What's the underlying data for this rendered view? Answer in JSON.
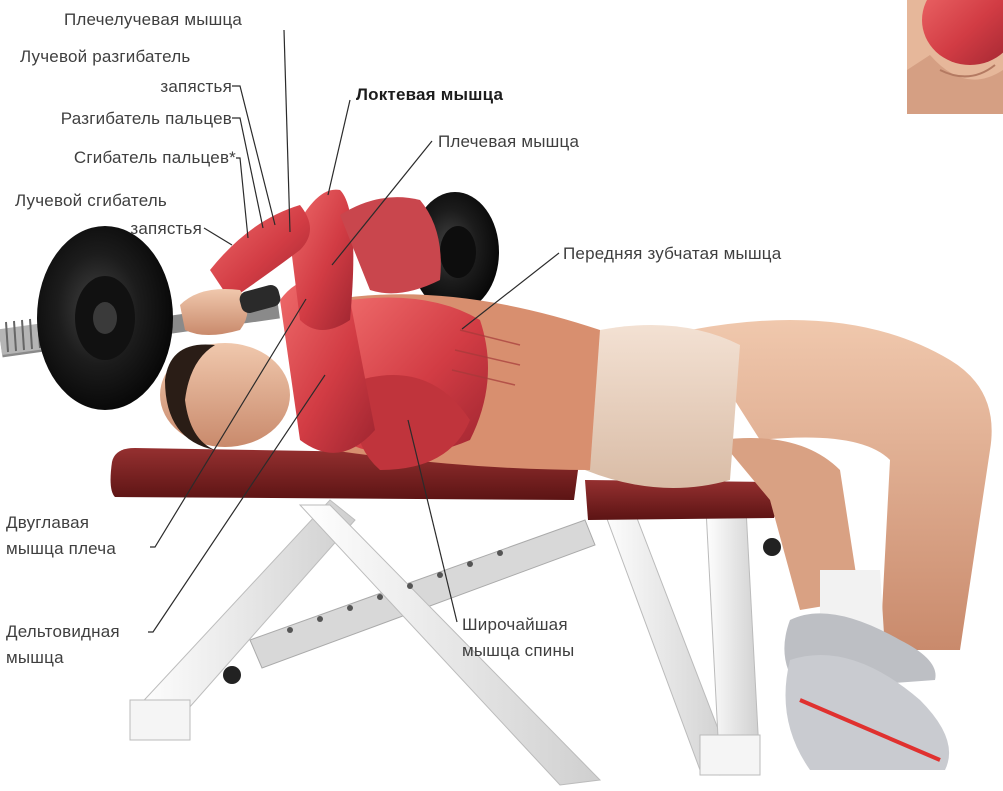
{
  "labels": {
    "brachioradialis": "Плечелучевая мышца",
    "ext_carpi_radialis_1": "Лучевой разгибатель",
    "ext_carpi_radialis_2": "запястья",
    "ext_digitorum": "Разгибатель пальцев",
    "flex_digitorum": "Сгибатель пальцев*",
    "flex_carpi_radialis_1": "Лучевой сгибатель",
    "flex_carpi_radialis_2": "запястья",
    "anconeus": "Локтевая мышца",
    "brachialis": "Плечевая мышца",
    "serratus": "Передняя зубчатая мышца",
    "biceps_1": "Двуглавая",
    "biceps_2": "мышца плеча",
    "deltoid_1": "Дельтовидная",
    "deltoid_2": "мышца",
    "lats_1": "Широчайшая",
    "lats_2": "мышца спины"
  },
  "colors": {
    "muscle": "#d9434a",
    "muscle_dark": "#a82a33",
    "skin": "#e9b89a",
    "bench_pad": "#7a1f1f",
    "frame": "#f2f2f2",
    "plate": "#1a1a1a",
    "shorts": "#e9d2c0"
  }
}
